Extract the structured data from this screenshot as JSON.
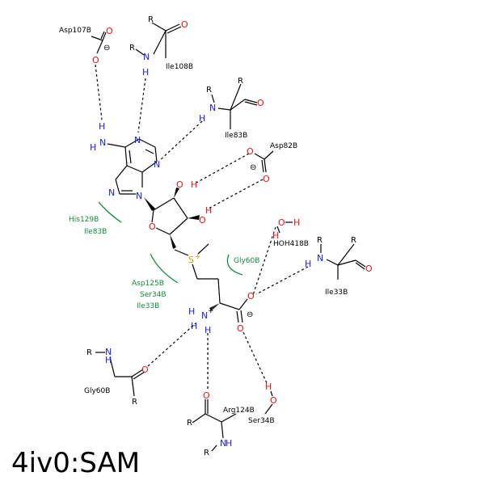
{
  "title": "4iv0:SAM",
  "ligand_atoms": {
    "N": "N",
    "O": "O",
    "S": "S",
    "H": "H",
    "plus": "+",
    "minus": "⊖"
  },
  "substituent_R": "R",
  "residues": {
    "asp107b": "Asp107B",
    "ile108b": "Ile108B",
    "ile83b_top": "Ile83B",
    "asp82b": "Asp82B",
    "hoh418b": "HOH418B",
    "ile33b_right": "Ile33B",
    "gly60b_bottom": "Gly60B",
    "arg124b": "Arg124B",
    "ser34b_bottom": "Ser34B"
  },
  "hydrophobic_contacts": {
    "his129b": "His129B",
    "ile83b": "Ile83B",
    "asp125b": "Asp125B",
    "ser34b": "Ser34B",
    "ile33b": "Ile33B",
    "gly60b": "Gly60B"
  },
  "colors": {
    "nitrogen": "#1a1aff",
    "oxygen": "#e61414",
    "sulfur": "#c8a000",
    "hydrophobic": "#138a3d",
    "bond": "#000000"
  }
}
